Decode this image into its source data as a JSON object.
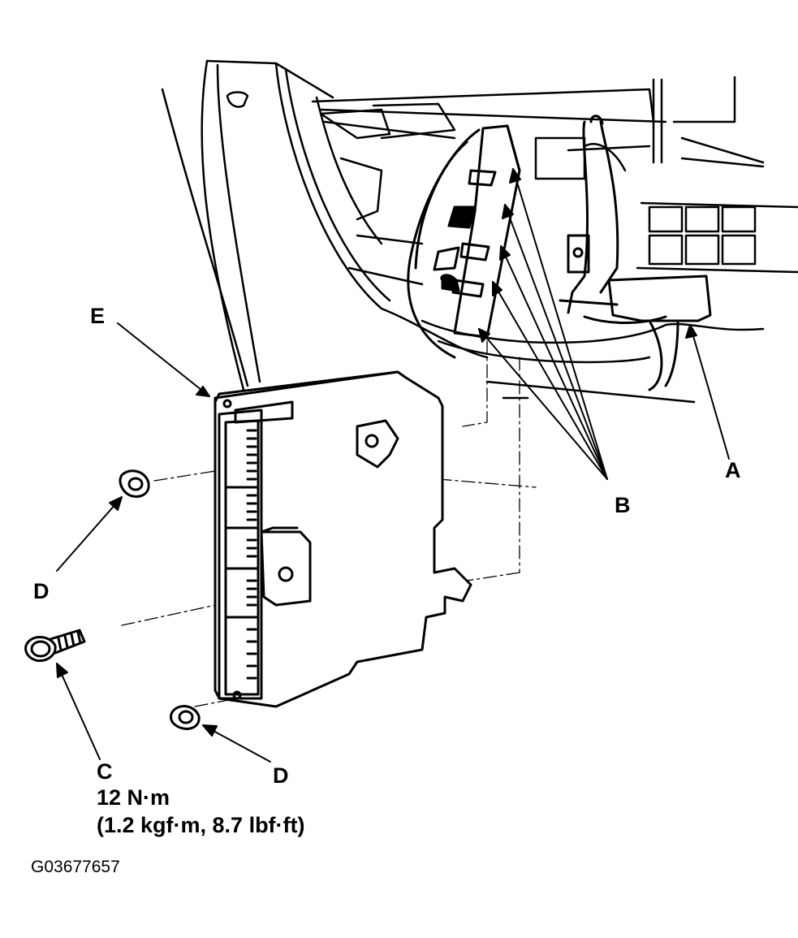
{
  "labels": {
    "a": "A",
    "b": "B",
    "c": "C",
    "d_upper": "D",
    "d_lower": "D",
    "e": "E"
  },
  "torque": {
    "metric": "12 N·m",
    "imperial": "(1.2 kgf·m, 8.7 lbf·ft)"
  },
  "figure_id": "G03677657",
  "colors": {
    "line": "#000000",
    "background": "#ffffff"
  }
}
